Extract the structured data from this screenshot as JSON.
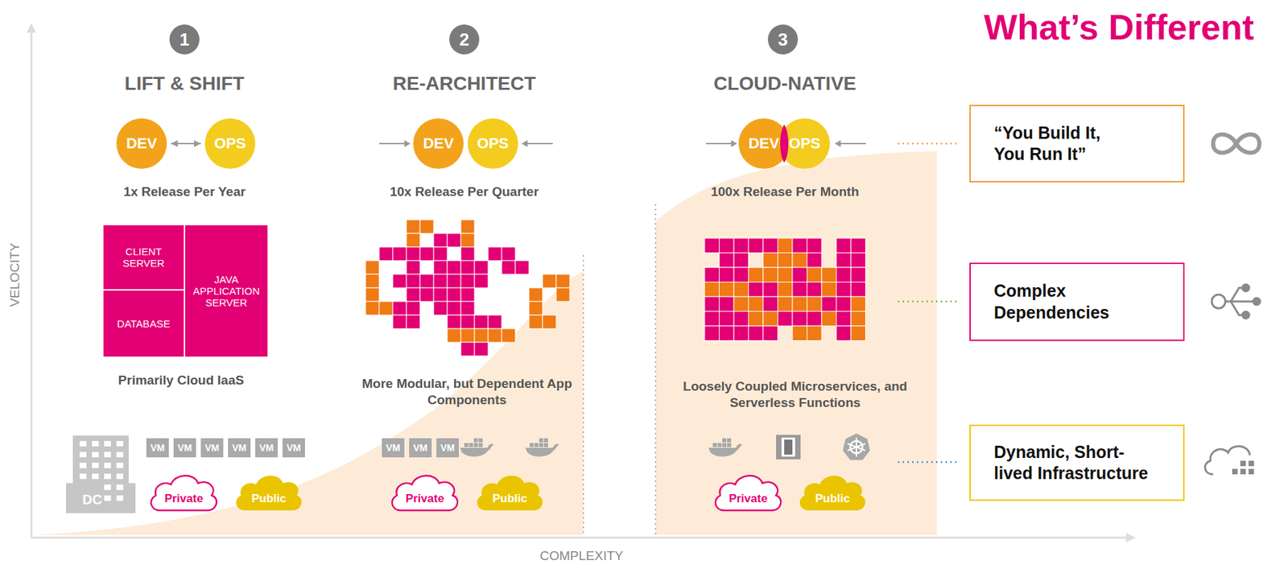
{
  "diagram": {
    "title": "What’s Different",
    "nodes": [
      {
        "text": [
          "1"
        ]
      },
      {
        "text": [
          "2"
        ]
      },
      {
        "text": [
          "3"
        ]
      },
      {
        "text": [
          "DEV"
        ]
      },
      {
        "text": [
          "OPS"
        ]
      },
      {
        "text": [
          "DEV"
        ]
      },
      {
        "text": [
          "OPS"
        ]
      },
      {
        "text": [
          "DEV"
        ]
      },
      {
        "text": [
          "OPS"
        ]
      },
      {
        "text": [
          "CLIENT SERVER"
        ]
      },
      {
        "text": [
          "JAVA APPLICATION SERVER"
        ]
      },
      {
        "text": [
          "DATABASE"
        ]
      },
      {
        "text": [
          "DC"
        ]
      },
      {
        "text": [
          "VM"
        ]
      },
      {
        "text": [
          "VM"
        ]
      },
      {
        "text": [
          "VM"
        ]
      },
      {
        "text": [
          "VM"
        ]
      },
      {
        "text": [
          "VM"
        ]
      },
      {
        "text": [
          "VM"
        ]
      },
      {
        "text": [
          "Private"
        ]
      },
      {
        "text": [
          "Public"
        ]
      },
      {
        "text": [
          "VM"
        ]
      },
      {
        "text": [
          "VM"
        ]
      },
      {
        "text": [
          "VM"
        ]
      },
      {
        "text": [
          "Private"
        ]
      },
      {
        "text": [
          "Public"
        ]
      },
      {
        "text": [
          "Private"
        ]
      },
      {
        "text": [
          "Public"
        ]
      },
      {
        "text": [
          "“You Build It, You Run It”"
        ]
      },
      {
        "text": [
          "Complex Dependencies"
        ]
      },
      {
        "text": [
          "Dynamic, Short-lived Infrastructure"
        ]
      }
    ],
    "edges": [
      {
        "from": 3,
        "to": 4,
        "arrow": "both"
      }
    ],
    "labels": [
      "LIFT & SHIFT",
      "RE-ARCHITECT",
      "CLOUD-NATIVE",
      "1x Release Per Year",
      "10x Release Per Quarter",
      "100x Release Per Month",
      "Primarily Cloud IaaS",
      "More Modular, but Dependent App Components",
      "Loosely Coupled Microservices, and Serverless Functions",
      "VELOCITY",
      "COMPLEXITY"
    ]
  }
}
